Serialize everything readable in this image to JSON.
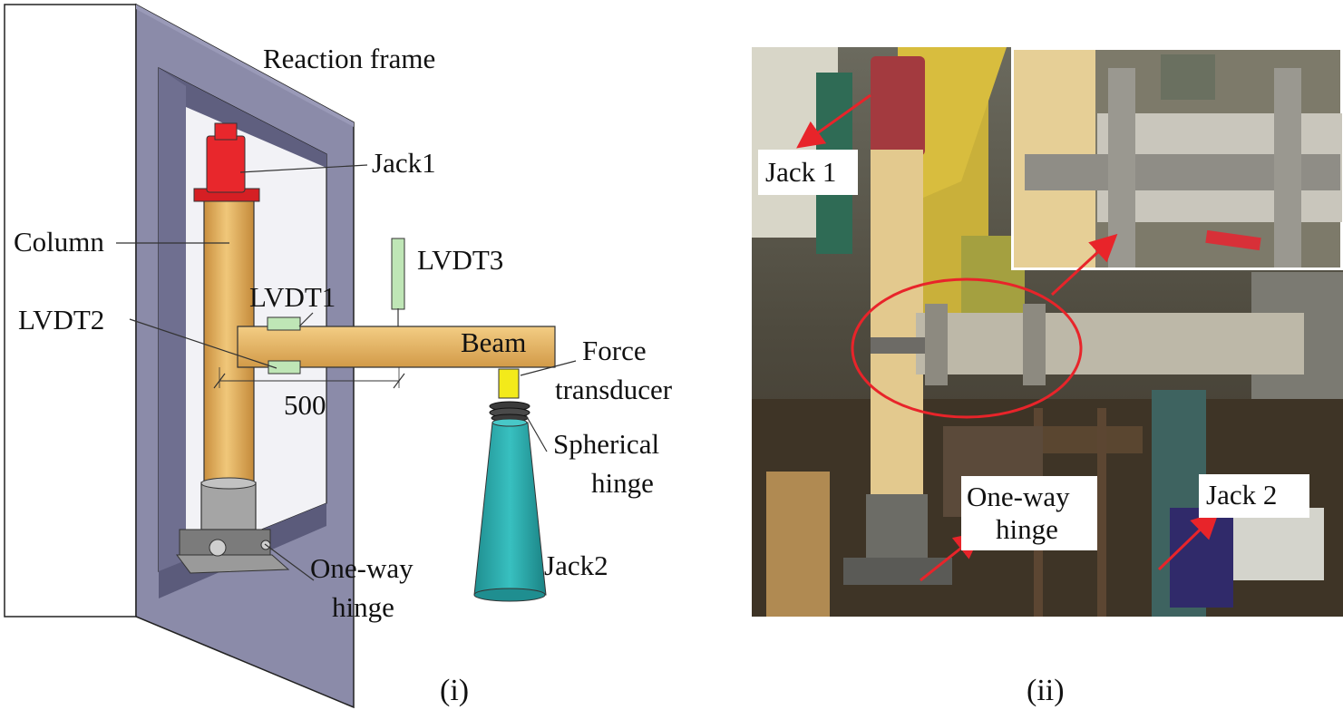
{
  "panel_i": {
    "caption": "(i)",
    "labels": {
      "reaction_frame": "Reaction frame",
      "jack1": "Jack1",
      "column": "Column",
      "lvdt3": "LVDT3",
      "lvdt1": "LVDT1",
      "lvdt2": "LVDT2",
      "beam": "Beam",
      "force": "Force",
      "transducer": "transducer",
      "dimension": "500",
      "spherical": "Spherical",
      "hinge": "hinge",
      "one_way": "One-way",
      "one_way_hinge": "hinge",
      "jack2": "Jack2"
    },
    "colors": {
      "frame": "#8a8aa8",
      "frame_inner": "#6a6a88",
      "wood": "#e7b866",
      "jack1": "#e3262b",
      "jack2": "#2aa8a8",
      "transducer": "#f3ea1a",
      "lvdt": "#b8e0b0"
    }
  },
  "panel_ii": {
    "caption": "(ii)",
    "labels": {
      "jack1": "Jack 1",
      "jack2": "Jack 2",
      "one_way": "One-way",
      "hinge": "hinge"
    },
    "colors": {
      "arrow": "#e8242a",
      "ellipse": "#e8242a"
    }
  }
}
